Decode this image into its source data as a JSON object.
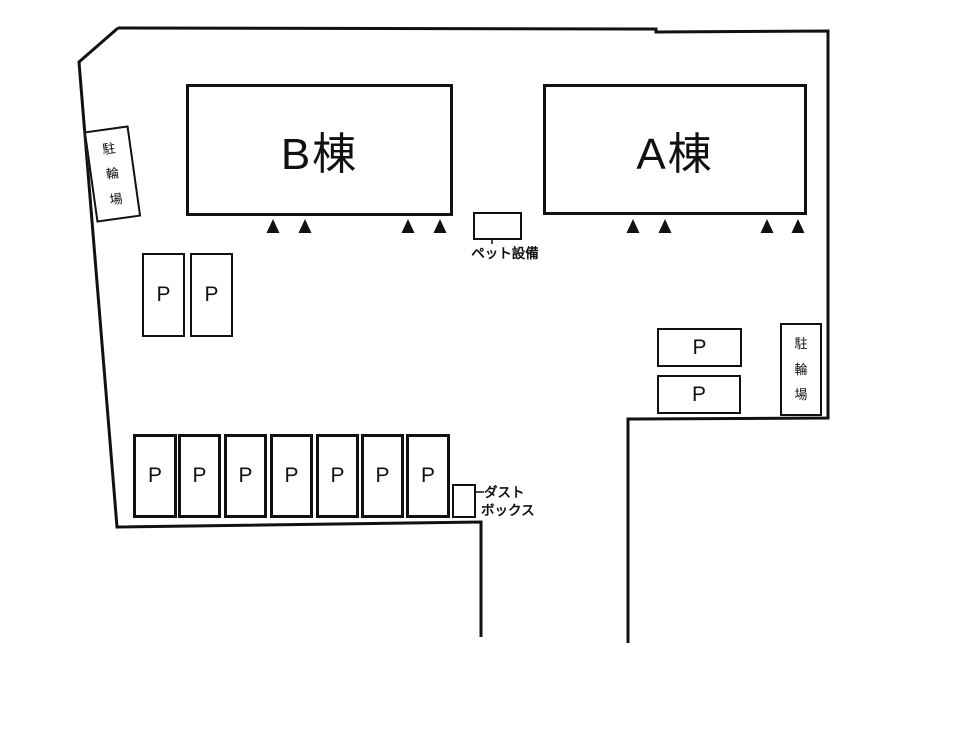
{
  "diagram": {
    "title": "site layout plan",
    "background_color": "#ffffff",
    "line_color": "#111111"
  },
  "buildings": {
    "b": {
      "label": "B棟"
    },
    "a": {
      "label": "A棟"
    }
  },
  "facilities": {
    "bike_parking_left": {
      "label": "駐輪場"
    },
    "bike_parking_right": {
      "label": "駐輪場"
    },
    "pet_equipment": {
      "label": "ペット設備"
    },
    "dust_box": {
      "label_line1": "ダスト",
      "label_line2": "ボックス"
    }
  },
  "parking": {
    "spot_label": "P",
    "upper_left_spots": 2,
    "bottom_row_spots": 7,
    "right_spots": 2,
    "total_spots": 11
  },
  "markers": {
    "entrance_triangles_building_b": 4,
    "entrance_triangles_building_a": 4
  }
}
